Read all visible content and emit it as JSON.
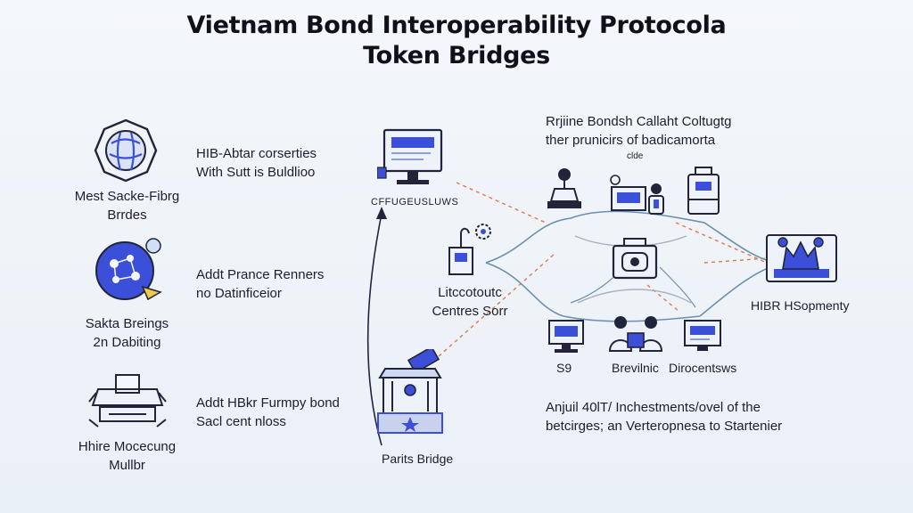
{
  "title_line1": "Vietnam Bond Interoperability Protocola",
  "title_line2": "Token Bridges",
  "left_items": [
    {
      "icon": "network-wheel-icon",
      "caption_line1": "Mest Sacke-Fibrg",
      "caption_line2": "Brrdes",
      "text_line1": "HIB-Abtar corserties",
      "text_line2": "With Sutt is Buldlioo"
    },
    {
      "icon": "globe-gear-icon",
      "caption_line1": "Sakta Breings",
      "caption_line2": "2n Dabiting",
      "text_line1": "Addt Prance Renners",
      "text_line2": "no Datinficeior"
    },
    {
      "icon": "server-stack-icon",
      "caption_line1": "Hhire Mocecung",
      "caption_line2": "Mullbr",
      "text_line1": "Addt HBkr Furmpy bond",
      "text_line2": "Sacl cent nloss"
    }
  ],
  "center_nodes": {
    "monitor_label": "CFFUGEUSLUWS",
    "centre_line1": "Litccotoutc",
    "centre_line2": "Centres Sorr",
    "bank_label": "Parits Bridge"
  },
  "right_header": {
    "line1": "Rrjiine Bondsh Callaht Coltugtg",
    "line2": "ther prunicirs of badicamorta"
  },
  "right_nodes": {
    "small_label": "clde",
    "deployment_label": "HIBR HSopmenty",
    "bottom_labels": [
      "S9",
      "Brevilnic",
      "Dirocentsws"
    ]
  },
  "right_footer": {
    "line1": "Anjuil 40lT/ Inchestments/ovel of the",
    "line2": "betcirges; an Verteropnesa to Startenier"
  },
  "colors": {
    "accent": "#3b4fd8",
    "line": "#6a8fb0",
    "dash": "#e07a4a",
    "ink": "#22243a"
  }
}
